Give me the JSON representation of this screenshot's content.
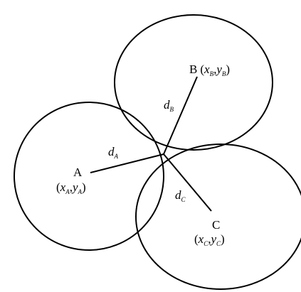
{
  "points": {
    "A": {
      "name": "A",
      "coord_open": "(",
      "coord_x": "x",
      "coord_x_sub": "A",
      "coord_sep": ",",
      "coord_y": "y",
      "coord_y_sub": "A",
      "coord_close": ")"
    },
    "B": {
      "name": "B",
      "coord_open": "(",
      "coord_x": "x",
      "coord_x_sub": "B",
      "coord_sep": ",",
      "coord_y": "y",
      "coord_y_sub": "B",
      "coord_close": ")"
    },
    "C": {
      "name": "C",
      "coord_open": "(",
      "coord_x": "x",
      "coord_x_sub": "C",
      "coord_sep": ",",
      "coord_y": "y",
      "coord_y_sub": "C",
      "coord_close": ")"
    }
  },
  "distances": {
    "A": {
      "symbol": "d",
      "sub": "A"
    },
    "B": {
      "symbol": "d",
      "sub": "B"
    },
    "C": {
      "symbol": "d",
      "sub": "C"
    }
  },
  "colors": {
    "stroke": "#000000",
    "background": "#ffffff"
  }
}
